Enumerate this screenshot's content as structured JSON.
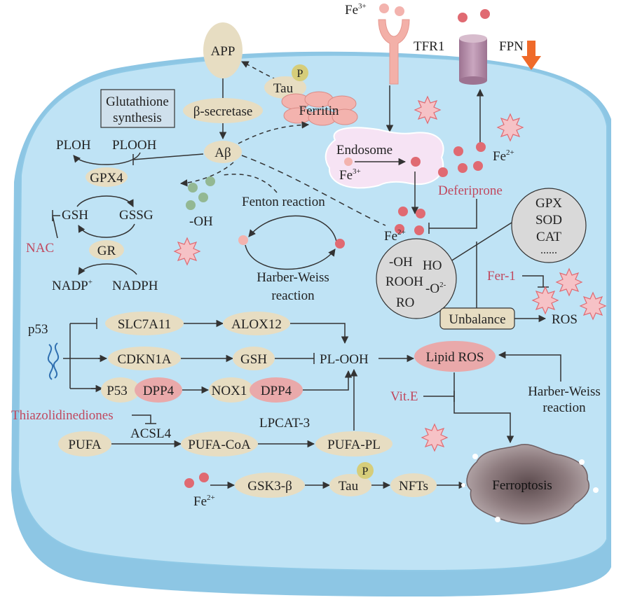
{
  "labels": {
    "app": "APP",
    "tau_top": "Tau",
    "p_top": "P",
    "beta_secretase": "β-secretase",
    "ferritin": "Ferritin",
    "abeta": "Aβ",
    "glutathione_line1": "Glutathione",
    "glutathione_line2": "synthesis",
    "ploh": "PLOH",
    "plooh": "PLOOH",
    "gpx4": "GPX4",
    "gsh": "GSH",
    "gssg": "GSSG",
    "nac": "NAC",
    "gr": "GR",
    "nadp": "NADP",
    "nadp_sup": "+",
    "nadph": "NADPH",
    "oh_left": "-OH",
    "fenton": "Fenton reaction",
    "harber_weiss_line1": "Harber-Weiss",
    "harber_weiss_line2": "reaction",
    "fe3_top": "Fe",
    "fe3_top_sup": "3+",
    "tfr1": "TFR1",
    "fpn": "FPN",
    "endosome": "Endosome",
    "fe3_endo": "Fe",
    "fe3_endo_sup": "3+",
    "fe2_right": "Fe",
    "fe2_right_sup": "2+",
    "deferiprone": "Deferiprone",
    "fe2_mid": "Fe",
    "fe2_mid_sup": "2+",
    "gpx": "GPX",
    "sod": "SOD",
    "cat": "CAT",
    "dots": "......",
    "ros_oh": "-OH",
    "ros_ho": "HO",
    "ros_rooh": "ROOH",
    "ros_o2": "-O",
    "ros_o2_sup": "2-",
    "ros_ro": "RO",
    "fer1": "Fer-1",
    "unbalance": "Unbalance",
    "ros": "ROS",
    "p53": "p53",
    "slc7a11": "SLC7A11",
    "alox12": "ALOX12",
    "cdkn1a": "CDKN1A",
    "gsh_mid": "GSH",
    "plooh_mid": "PL-OOH",
    "p53_box": "P53",
    "dpp4_a": "DPP4",
    "nox1": "NOX1",
    "dpp4_b": "DPP4",
    "lipid_ros": "Lipid ROS",
    "vite": "Vit.E",
    "hw2_line1": "Harber-Weiss",
    "hw2_line2": "reaction",
    "thiazolidinediones": "Thiazolidinediones",
    "acsl4": "ACSL4",
    "lpcat3": "LPCAT-3",
    "pufa": "PUFA",
    "pufa_coa": "PUFA-CoA",
    "pufa_pl": "PUFA-PL",
    "fe2_bottom": "Fe",
    "fe2_bottom_sup": "2+",
    "gsk3b": "GSK3-β",
    "tau_bottom": "Tau",
    "p_bottom": "P",
    "nfts": "NFTs",
    "ferroptosis": "Ferroptosis"
  },
  "colors": {
    "cell_fill": "#bfe3f5",
    "cell_edge": "#8fc9e6",
    "cell_shadow": "#8dc6e4",
    "node_fill": "#e7ddc2",
    "pink_node": "#e9a9aa",
    "iron_red": "#e06a72",
    "iron_pink": "#f3b3ae",
    "green_dot": "#93b893",
    "red_text": "#c0485e",
    "fpn_purple": "#b58ea8",
    "tfr_pink": "#f3b0a8",
    "box_blue": "#cfe0ec",
    "gray_circle": "#d9d9d9",
    "arrow_orange": "#ef6a2a",
    "ferroptosis_fill": "#8f7d80"
  }
}
